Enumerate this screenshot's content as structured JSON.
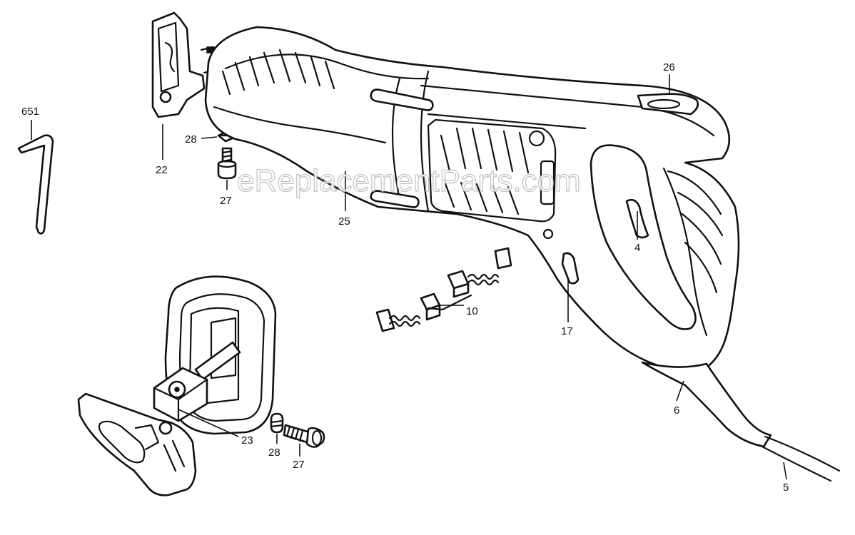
{
  "watermark": "eReplacementParts.com",
  "callouts": [
    {
      "id": "651",
      "label": "651"
    },
    {
      "id": "22",
      "label": "22"
    },
    {
      "id": "28a",
      "label": "28"
    },
    {
      "id": "27a",
      "label": "27"
    },
    {
      "id": "25",
      "label": "25"
    },
    {
      "id": "26",
      "label": "26"
    },
    {
      "id": "4",
      "label": "4"
    },
    {
      "id": "10",
      "label": "10"
    },
    {
      "id": "17",
      "label": "17"
    },
    {
      "id": "23",
      "label": "23"
    },
    {
      "id": "28b",
      "label": "28"
    },
    {
      "id": "27b",
      "label": "27"
    },
    {
      "id": "6",
      "label": "6"
    },
    {
      "id": "5",
      "label": "5"
    }
  ]
}
